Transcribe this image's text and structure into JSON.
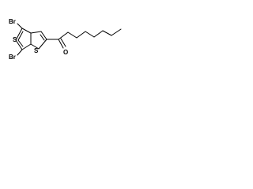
{
  "structure": {
    "labels": {
      "br_top": "Br",
      "br_bottom": "Br",
      "s_thiophene_a": "S",
      "s_thiophene_b": "S",
      "o_carbonyl": "O"
    }
  }
}
